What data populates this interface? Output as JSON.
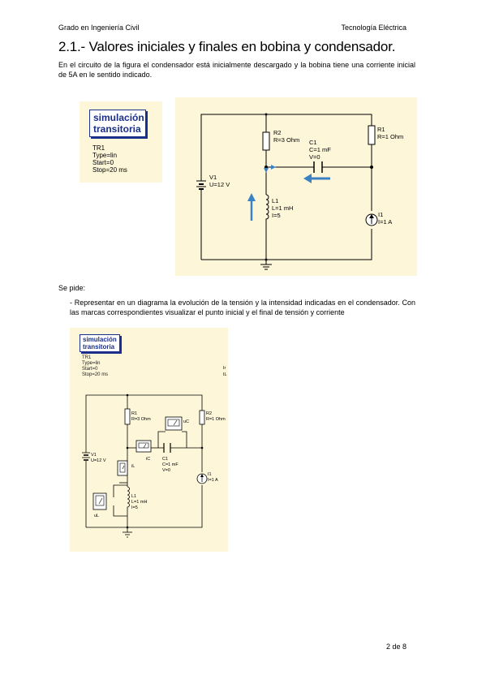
{
  "header": {
    "left": "Grado en Ingeniería Civil",
    "right": "Tecnología Eléctrica"
  },
  "title": "2.1.- Valores iniciales y finales en bobina y condensador.",
  "intro": "En el circuito de la figura el condensador está inicialmente descargado y la bobina tiene una corriente inicial de 5A en le sentido indicado.",
  "sepide": "Se pide:",
  "task": "- Representar en un diagrama la evolución de la tensión y la intensidad indicadas en el condensador. Con las marcas correspondientes visualizar el punto inicial y el final de tensión y corriente",
  "sim": {
    "title_line1": "simulación",
    "title_line2": "transitoria",
    "name": "TR1",
    "type": "Type=lin",
    "start": "Start=0",
    "stop": "Stop=20 ms"
  },
  "circuit1": {
    "r2_name": "R2",
    "r2_val": "R=3 Ohm",
    "c1_name": "C1",
    "c1_val": "C=1 mF",
    "c1_v": "V=0",
    "r1_name": "R1",
    "r1_val": "R=1 Ohm",
    "v1_name": "V1",
    "v1_val": "U=12 V",
    "l1_name": "L1",
    "l1_val": "L=1 mH",
    "l1_i": "I=5",
    "i1_name": "I1",
    "i1_val": "I=1 A"
  },
  "circuit2": {
    "r1_name": "R1",
    "r1_val": "R=3 Ohm",
    "r2_name": "R2",
    "r2_val": "R=1 Ohm",
    "uc": "uC",
    "ic": "iC",
    "il_probe": "iL",
    "c1_name": "C1",
    "c1_val": "C=1 mF",
    "c1_v": "V=0",
    "v1_name": "V1",
    "v1_val": "U=12 V",
    "i1_name": "I1",
    "i1_val": "I=1 A",
    "l1_name": "L1",
    "l1_val": "L=1 mH",
    "l1_i": "I=5",
    "ul": "uL",
    "cut_text1": "Ir",
    "cut_text2": "IL"
  },
  "page": "2 de 8",
  "colors": {
    "panel": "#fdf6d9",
    "sim_blue": "#1a2e8a",
    "arrow_blue": "#3b82c4"
  }
}
